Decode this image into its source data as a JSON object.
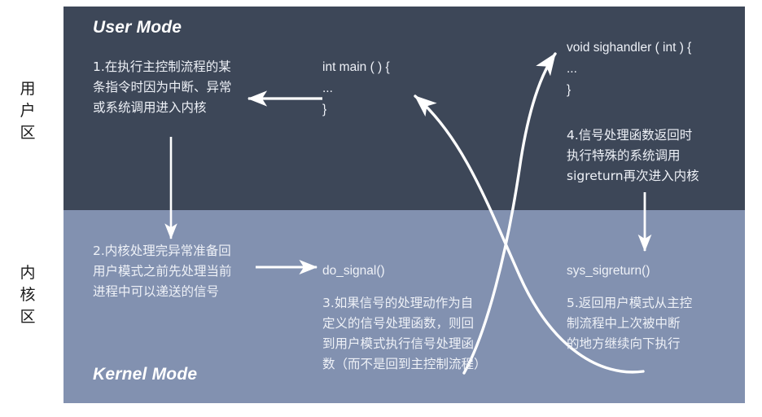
{
  "diagram": {
    "title_user_mode": "User Mode",
    "title_kernel_mode": "Kernel Mode",
    "side_labels": {
      "user_area": [
        "用",
        "户",
        "区"
      ],
      "kernel_area": [
        "内",
        "核",
        "区"
      ]
    },
    "colors": {
      "user_band": "#3d4758",
      "kernel_band": "#8291b0",
      "text": "#eef1f7",
      "arrow": "#ffffff",
      "page_background": "#ffffff",
      "side_label_text": "#1a1a1a"
    },
    "user_mode": {
      "step1": "1.在执行主控制流程的某\n条指令时因为中断、异常\n或系统调用进入内核",
      "code_main": "int main ( ) {\n    ...\n}",
      "code_sighandler": "void sighandler ( int ) {\n    ...\n}",
      "step4": "4.信号处理函数返回时\n执行特殊的系统调用\nsigreturn再次进入内核"
    },
    "kernel_mode": {
      "step2": "2.内核处理完异常准备回\n用户模式之前先处理当前\n进程中可以递送的信号",
      "label_do_signal": "do_signal()",
      "step3": "3.如果信号的处理动作为自\n定义的信号处理函数，则回\n到用户模式执行信号处理函\n数（而不是回到主控制流程）",
      "label_sys_sigreturn": "sys_sigreturn()",
      "step5": "5.返回用户模式从主控\n制流程中上次被中断\n的地方继续向下执行"
    },
    "arrows": [
      {
        "name": "arrow-main-to-step1",
        "direction": "left"
      },
      {
        "name": "arrow-step1-down-to-kernel",
        "direction": "down"
      },
      {
        "name": "arrow-step2-to-do-signal",
        "direction": "right"
      },
      {
        "name": "arrow-do-signal-to-sighandler",
        "direction": "up-right-curve"
      },
      {
        "name": "arrow-step4-down-to-sys-sigreturn",
        "direction": "down"
      },
      {
        "name": "arrow-sys-sigreturn-to-main",
        "direction": "up-left-curve"
      }
    ]
  }
}
